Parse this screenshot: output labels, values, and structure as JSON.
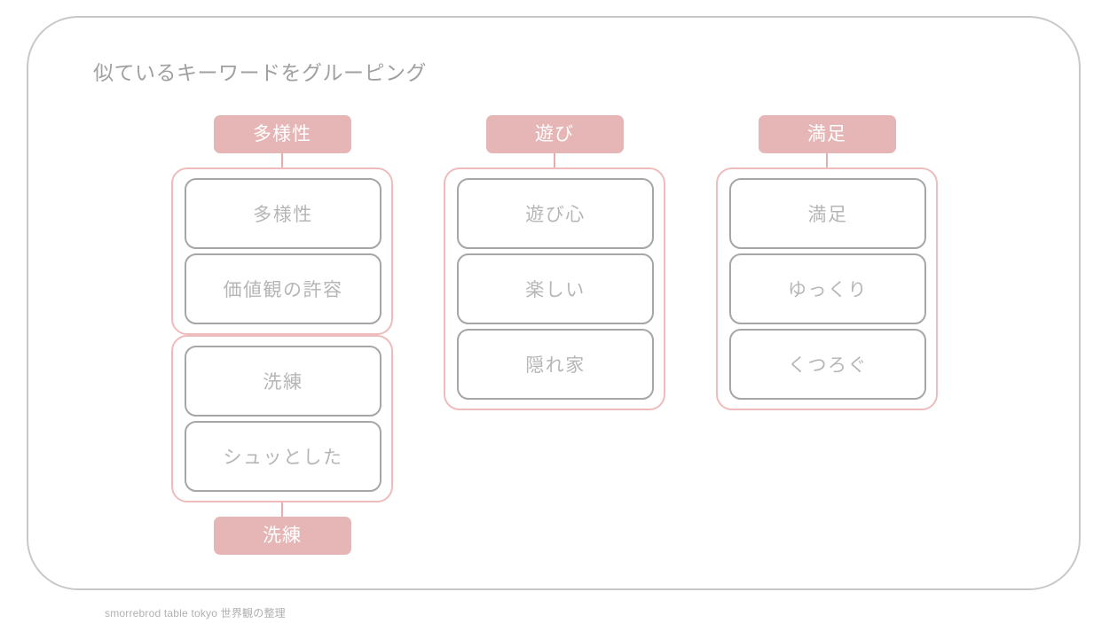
{
  "slide": {
    "title": "似ているキーワードをグルーピング",
    "footer_caption": "smorrebrod table tokyo 世界観の整理",
    "colors": {
      "badge_fill": "#e6b6b6",
      "badge_text": "#ffffff",
      "group_border": "#eebcbc",
      "card_border": "#a6a6a6",
      "card_text": "#b6b6b6",
      "frame_border": "#c8c8c8",
      "title_text": "#a0a0a0",
      "connector": "#e4aeae",
      "background": "#ffffff"
    }
  },
  "columns": [
    {
      "name": "column-1",
      "groups": [
        {
          "label": "多様性",
          "label_position": "top",
          "cards": [
            {
              "text": "多様性"
            },
            {
              "text": "価値観の許容"
            }
          ]
        },
        {
          "label": "洗練",
          "label_position": "bottom",
          "cards": [
            {
              "text": "洗練"
            },
            {
              "text": "シュッとした"
            }
          ]
        }
      ]
    },
    {
      "name": "column-2",
      "groups": [
        {
          "label": "遊び",
          "label_position": "top",
          "cards": [
            {
              "text": "遊び心"
            },
            {
              "text": "楽しい"
            },
            {
              "text": "隠れ家"
            }
          ]
        }
      ]
    },
    {
      "name": "column-3",
      "groups": [
        {
          "label": "満足",
          "label_position": "top",
          "cards": [
            {
              "text": "満足"
            },
            {
              "text": "ゆっくり"
            },
            {
              "text": "くつろぐ"
            }
          ]
        }
      ]
    }
  ]
}
